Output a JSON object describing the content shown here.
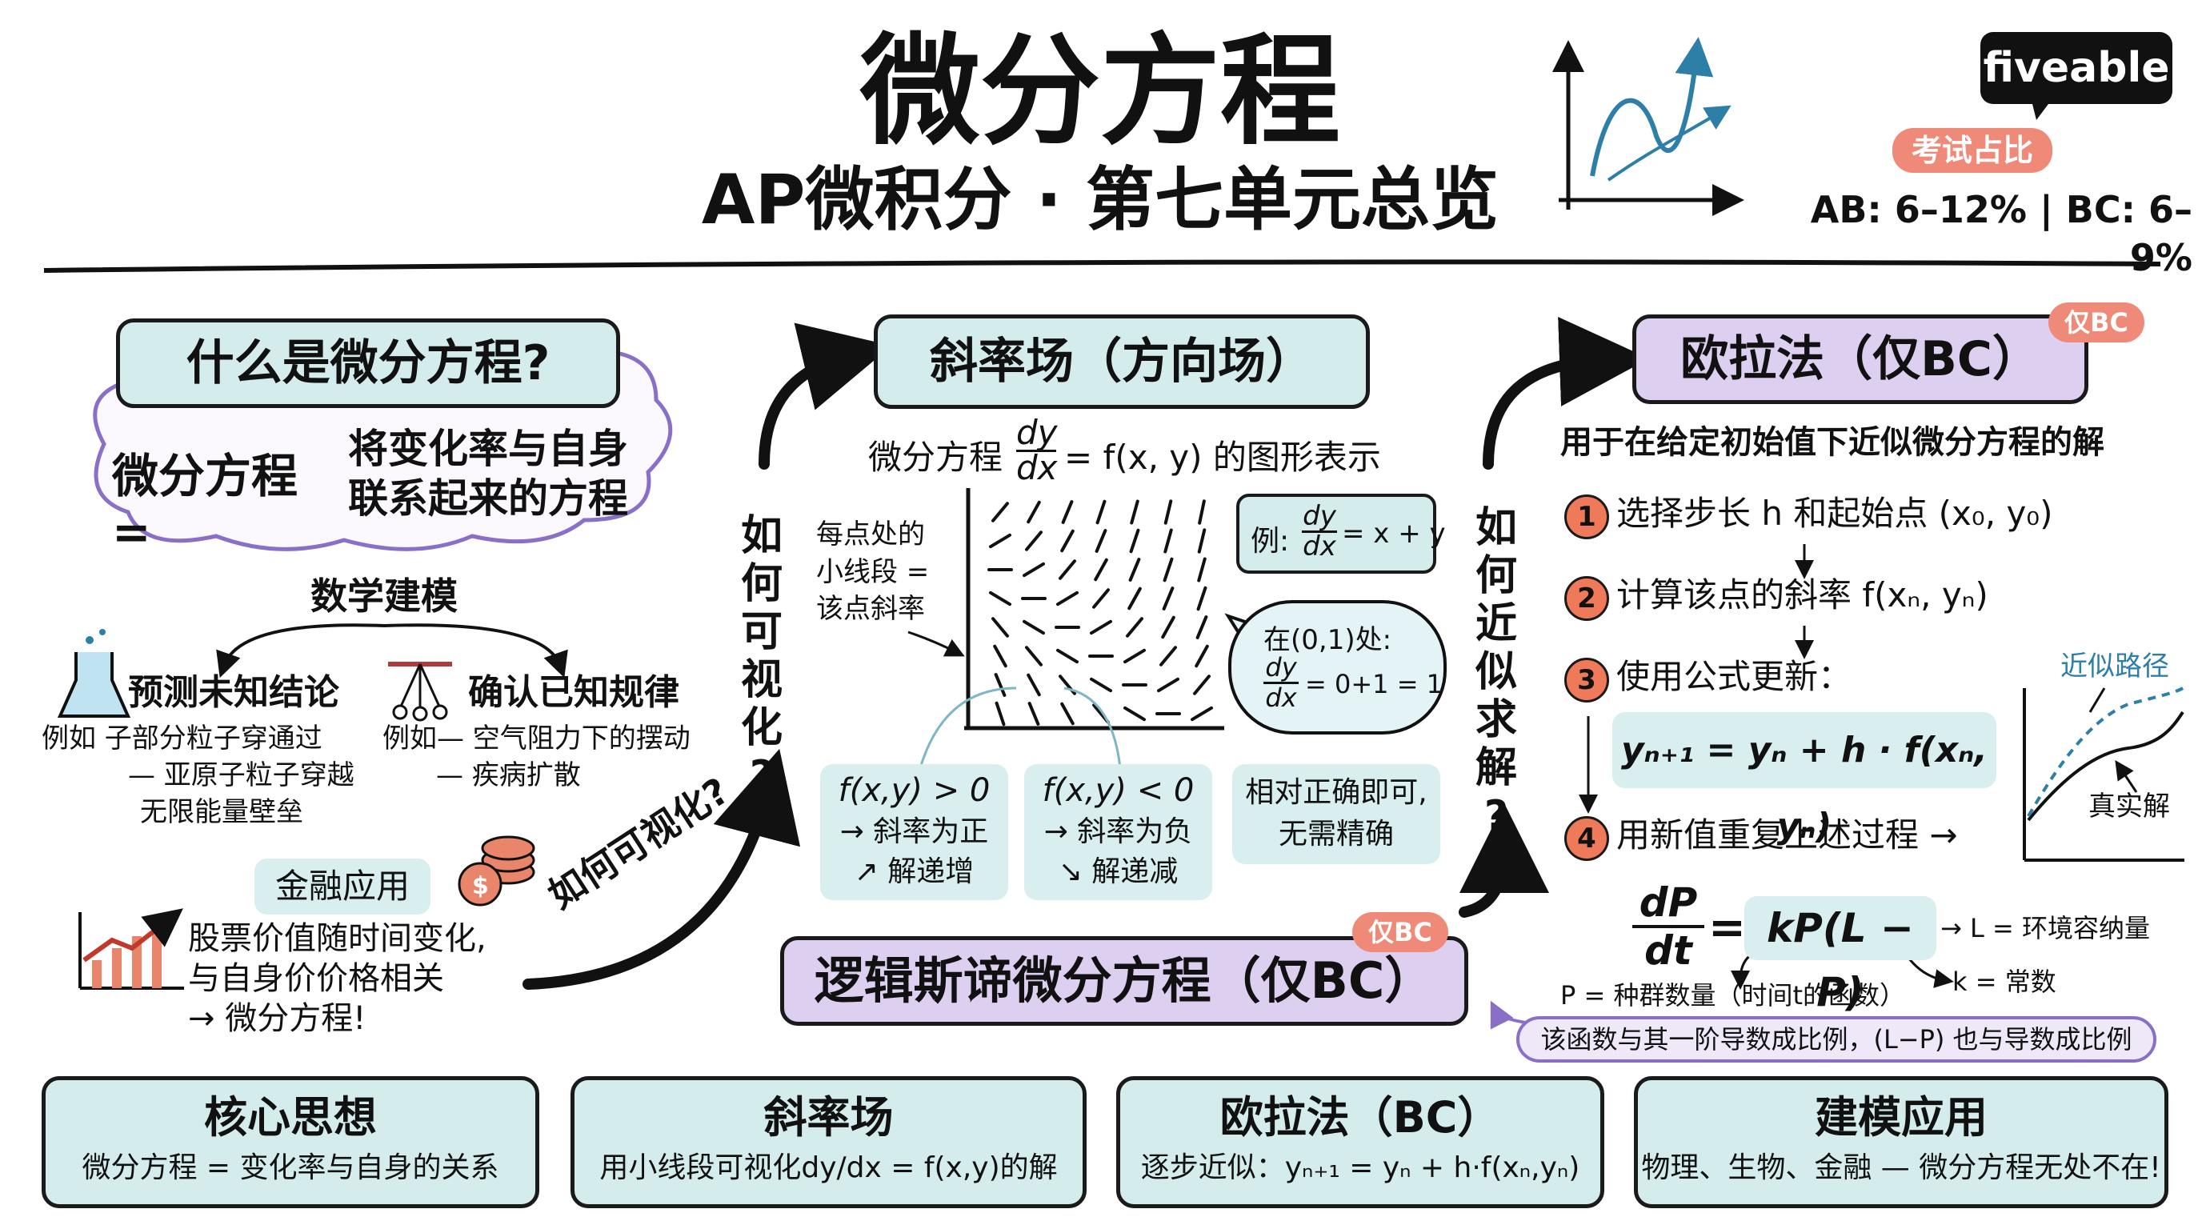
{
  "header": {
    "title": "微分方程",
    "subtitle": "AP微积分 · 第七单元总览",
    "brand": "fiveable",
    "exam_tag": "考试占比",
    "exam_weight": "AB: 6–12% | BC: 6–9%"
  },
  "what_is": {
    "heading": "什么是微分方程?",
    "def_left": "微分方程 =",
    "def_right_1": "将变化率与自身",
    "def_right_2": "联系起来的方程",
    "modeling": "数学建模",
    "predict_title": "预测未知结论",
    "predict_1": "例如 子部分粒子穿通过",
    "predict_2": "— 亚原子粒子穿越",
    "predict_3": "无限能量壁垒",
    "confirm_title": "确认已知规律",
    "confirm_1": "例如— 空气阻力下的摆动",
    "confirm_2": "— 疾病扩散",
    "finance_tag": "金融应用",
    "finance_1": "股票价值随时间变化,",
    "finance_2": "与自身价价格相关",
    "finance_3": "→ 微分方程!",
    "arrow_label": "如何可视化?",
    "vertical_label": "如何可视化?"
  },
  "slope_field": {
    "heading": "斜率场（方向场）",
    "desc_pre": "微分方程",
    "desc_num": "dy",
    "desc_den": "dx",
    "desc_post": "= f(x, y) 的图形表示",
    "note_1": "每点处的",
    "note_2": "小线段 =",
    "note_3": "该点斜率",
    "example_pre": "例:",
    "example_num": "dy",
    "example_den": "dx",
    "example_post": "= x + y",
    "bubble_1": "在(0,1)处:",
    "bubble_num": "dy",
    "bubble_den": "dx",
    "bubble_post": "= 0+1 = 1",
    "pos_1": "f(x,y) > 0",
    "pos_2": "→ 斜率为正",
    "pos_3": "↗ 解递增",
    "neg_1": "f(x,y) < 0",
    "neg_2": "→ 斜率为负",
    "neg_3": "↘ 解递减",
    "approx_1": "相对正确即可,",
    "approx_2": "无需精确"
  },
  "logistic": {
    "heading": "逻辑斯谛微分方程（仅BC）",
    "tag": "仅BC",
    "lhs_num": "dP",
    "lhs_den": "dt",
    "rhs": "kP(L − P)",
    "L_note": "→ L = 环境容纳量",
    "k_note": "k = 常数",
    "P_note": "P = 种群数量（时间t的函数）",
    "proportional": "该函数与其一阶导数成比例，(L−P) 也与导数成比例"
  },
  "euler": {
    "heading": "欧拉法（仅BC）",
    "tag": "仅BC",
    "desc": "用于在给定初始值下近似微分方程的解",
    "vertical_label": "如何近似求解?",
    "steps": [
      {
        "num": "1",
        "text": "选择步长 h 和起始点 (x₀, y₀)"
      },
      {
        "num": "2",
        "text": "计算该点的斜率 f(xₙ, yₙ)"
      },
      {
        "num": "3",
        "text": "使用公式更新："
      },
      {
        "num": "4",
        "text": "用新值重复上述过程 →"
      }
    ],
    "formula": "yₙ₊₁ = yₙ + h · f(xₙ, yₙ)",
    "approx_path": "近似路径",
    "true_solution": "真实解"
  },
  "summary": [
    {
      "title": "核心思想",
      "text": "微分方程 = 变化率与自身的关系"
    },
    {
      "title": "斜率场",
      "text": "用小线段可视化dy/dx = f(x,y)的解"
    },
    {
      "title": "欧拉法（BC）",
      "text": "逐步近似：yₙ₊₁ = yₙ + h·f(xₙ,yₙ)"
    },
    {
      "title": "建模应用",
      "text": "物理、生物、金融 — 微分方程无处不在!"
    }
  ],
  "colors": {
    "teal": "#d4ecec",
    "purple": "#dccff0",
    "accent_red": "#ef7a5a",
    "curve_blue": "#2e7fa8"
  }
}
